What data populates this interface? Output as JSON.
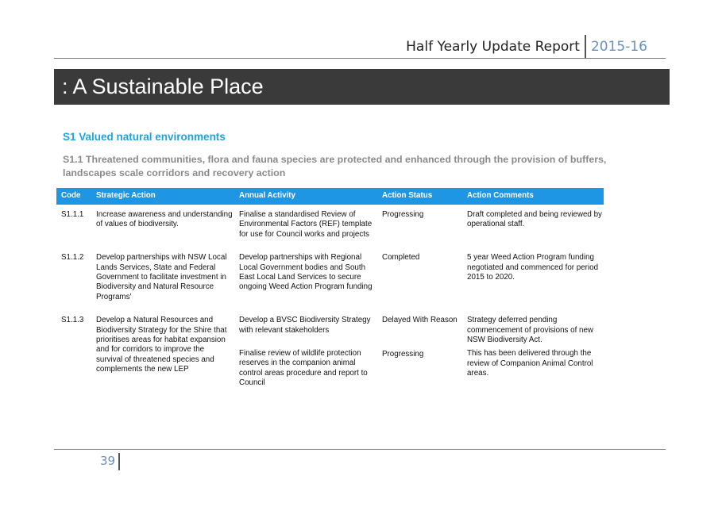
{
  "header": {
    "report_title": "Half Yearly Update Report",
    "year": "2015-16"
  },
  "banner": {
    "title": ": A Sustainable Place"
  },
  "section": {
    "heading": "S1 Valued natural environments",
    "subheading": "S1.1 Threatened communities, flora and fauna species are protected and enhanced through the provision of buffers, landscapes scale corridors and recovery action"
  },
  "table": {
    "columns": [
      "Code",
      "Strategic Action",
      "Annual Activity",
      "Action Status",
      "Action Comments"
    ],
    "rows": [
      {
        "code": "S1.1.1",
        "strategic_action": "Increase awareness and understanding of values of biodiversity.",
        "activities": [
          {
            "activity": "Finalise a standardised Review of Environmental Factors (REF) template for use for Council works and projects",
            "status": "Progressing",
            "comment": "Draft completed and being reviewed by operational staff."
          }
        ]
      },
      {
        "code": "S1.1.2",
        "strategic_action": "Develop partnerships with NSW Local Lands Services, State and Federal Government to facilitate investment in Biodiversity  and Natural Resource Programs'",
        "activities": [
          {
            "activity": "Develop partnerships with Regional Local Government bodies and South East Local Land Services to secure ongoing Weed Action Program funding",
            "status": "Completed",
            "comment": "5 year Weed Action Program funding negotiated and commenced for period 2015 to 2020."
          }
        ]
      },
      {
        "code": "S1.1.3",
        "strategic_action": "Develop a Natural Resources and Biodiversity Strategy for the Shire that prioritises areas for habitat expansion and for corridors to improve the survival of threatened species and complements the new LEP",
        "activities": [
          {
            "activity": "Develop a BVSC Biodiversity Strategy with relevant stakeholders",
            "status": "Delayed With Reason",
            "comment": "Strategy deferred pending commencement of provisions of new NSW Biodiversity Act."
          },
          {
            "activity": "Finalise review of wildlife protection reserves in the companion animal control areas procedure and report to Council",
            "status": "Progressing",
            "comment": "This has been delivered through the review of Companion Animal Control areas."
          }
        ]
      }
    ]
  },
  "footer": {
    "page_number": "39"
  }
}
